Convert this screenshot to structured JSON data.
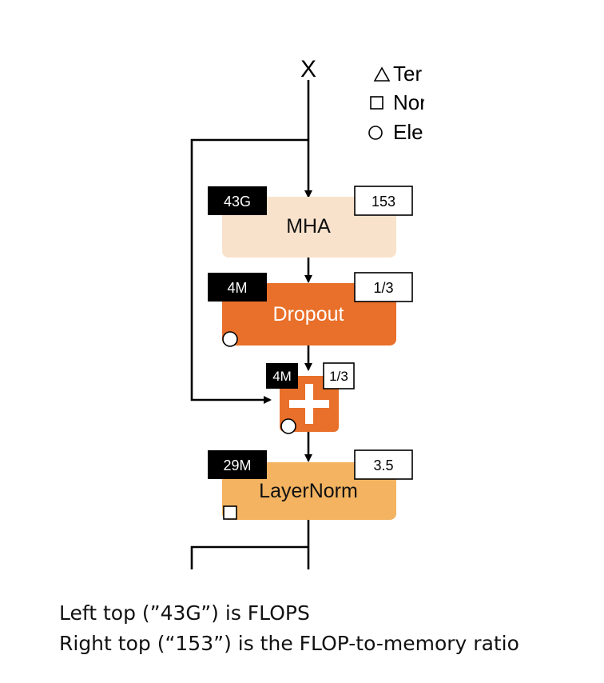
{
  "input_label": "X",
  "legend": [
    {
      "shape": "triangle",
      "icon": "triangle-icon",
      "text": "Ter"
    },
    {
      "shape": "square",
      "icon": "square-icon",
      "text": "Nor"
    },
    {
      "shape": "circle",
      "icon": "circle-icon",
      "text": "Ele"
    }
  ],
  "nodes": {
    "mha": {
      "label": "MHA",
      "flops": "43G",
      "ratio": "153",
      "color": "#f9e2cc",
      "text_color": "#111111"
    },
    "dropout": {
      "label": "Dropout",
      "flops": "4M",
      "ratio": "1/3",
      "color": "#e8702a",
      "text_color": "#ffffff"
    },
    "add": {
      "label": "",
      "flops": "4M",
      "ratio": "1/3",
      "color": "#e8702a"
    },
    "layernorm": {
      "label": "LayerNorm",
      "flops": "29M",
      "ratio": "3.5",
      "color": "#f3b360",
      "text_color": "#111111"
    }
  },
  "captions": [
    "Left top (”43G”) is FLOPS",
    "Right top (“153”) is the FLOP-to-memory ratio"
  ]
}
